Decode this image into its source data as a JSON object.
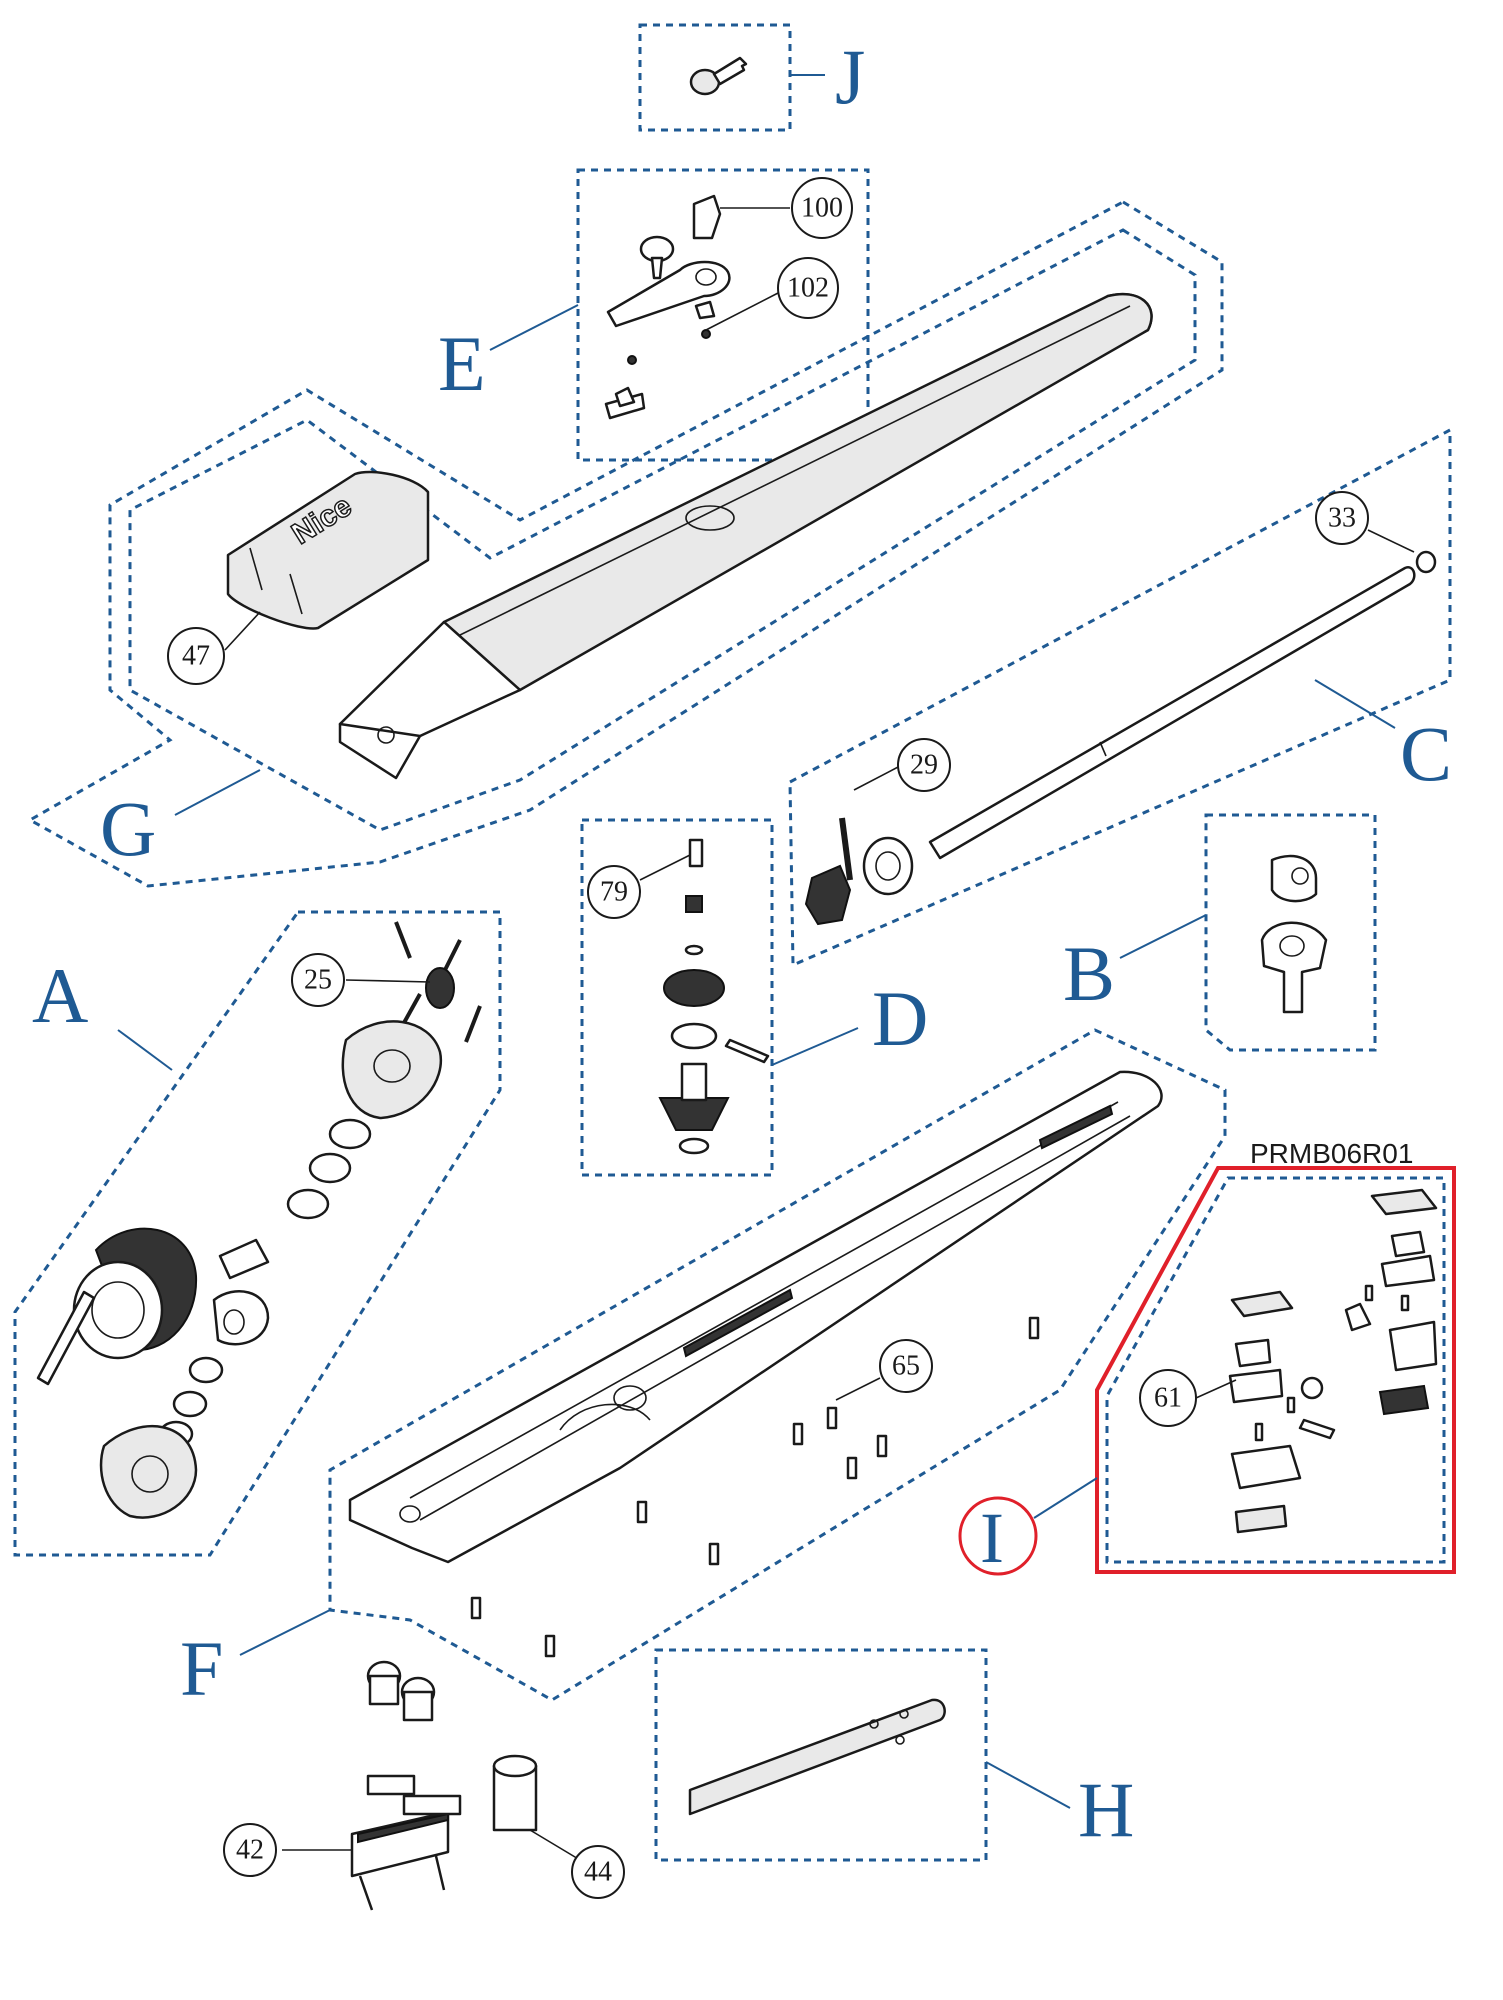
{
  "groups": {
    "A": "A",
    "B": "B",
    "C": "C",
    "D": "D",
    "E": "E",
    "F": "F",
    "G": "G",
    "H": "H",
    "I": "I",
    "J": "J"
  },
  "parts": {
    "p25": "25",
    "p29": "29",
    "p33": "33",
    "p42": "42",
    "p44": "44",
    "p47": "47",
    "p61": "61",
    "p65": "65",
    "p79": "79",
    "p100": "100",
    "p102": "102"
  },
  "highlight": {
    "code": "PRMB06R01",
    "box_color": "#e0202a"
  },
  "brand_label": "Nice",
  "colors": {
    "group_outline": "#1f5a93",
    "part_stroke": "#1a1a1a"
  }
}
